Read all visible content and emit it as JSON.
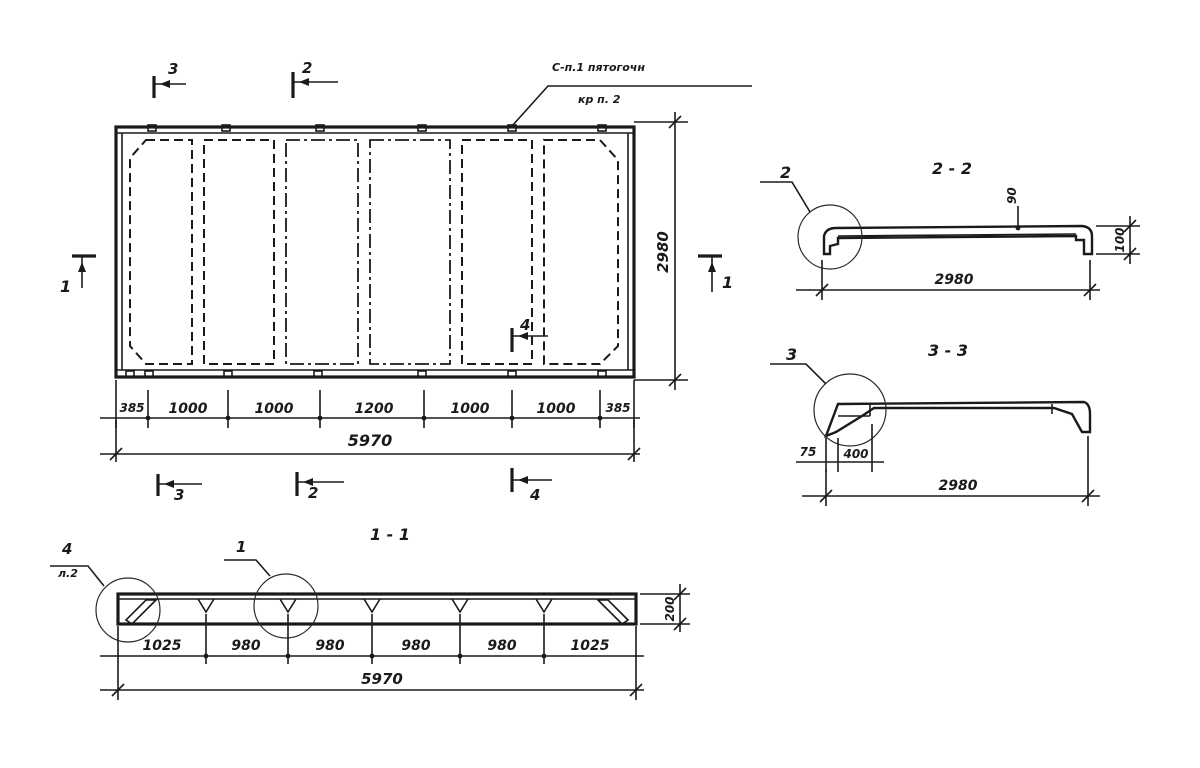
{
  "plan": {
    "note_line1": "С-п.1 пятогочн",
    "note_line2": "кр п. 2",
    "width_dim": "2980",
    "bottom_dims": [
      "385",
      "1000",
      "1000",
      "1200",
      "1000",
      "1000",
      "385"
    ],
    "total_dim": "5970",
    "markers": {
      "top_3": "3",
      "top_2": "2",
      "left_1": "1",
      "right_1": "1",
      "inner_4": "4",
      "bottom_3": "3",
      "bottom_2": "2",
      "bottom_4": "4"
    }
  },
  "section_2_2": {
    "title": "2 - 2",
    "callout": "2",
    "thick_dim": "90",
    "height_dim": "100",
    "width_dim": "2980"
  },
  "section_3_3": {
    "title": "3 - 3",
    "callout": "3",
    "dim_a": "75",
    "dim_b": "400",
    "width_dim": "2980"
  },
  "section_1_1": {
    "title": "1 - 1",
    "callout_left": "4",
    "callout_left_sub": "л.2",
    "callout_mid": "1",
    "height_dim": "200",
    "bay_dims": [
      "1025",
      "980",
      "980",
      "980",
      "980",
      "1025"
    ],
    "total_dim": "5970"
  }
}
